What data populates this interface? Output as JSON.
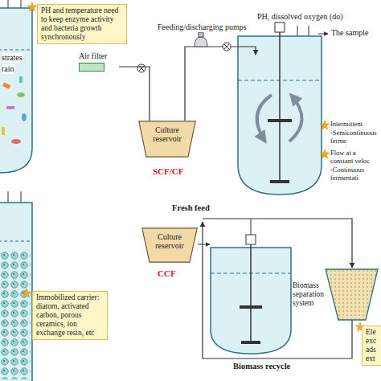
{
  "diagram": {
    "nodes": [
      {
        "text": [
          "PH and temperature need to keep enzyme activity and bacteria growth synchronously"
        ]
      },
      {
        "text": [
          "Air filter"
        ]
      },
      {
        "text": [
          "Culture reservoir"
        ]
      },
      {
        "text": [
          "Immobilized carrier: diatom, activated carbon, porous ceramics, ion exchange resin, etc"
        ]
      },
      {
        "text": [
          "Culture reservoir"
        ]
      },
      {
        "text": [
          "Ele exc ads ext"
        ]
      }
    ],
    "edges": [
      {
        "from": 1,
        "to": 2,
        "arrow": "none"
      }
    ],
    "labels": [
      "strates",
      "rain",
      "Feeding/discharging pumps",
      "SCF/CF",
      "PH, dissolved oxygen (do)",
      "The sample",
      "Intermittent",
      "-Semicontinuous ferme",
      "Flow at a constant veloc",
      "-Continuous fermentati",
      "Fresh feed",
      "CCF",
      "Biomass separation system",
      "Biomass recycle"
    ]
  }
}
